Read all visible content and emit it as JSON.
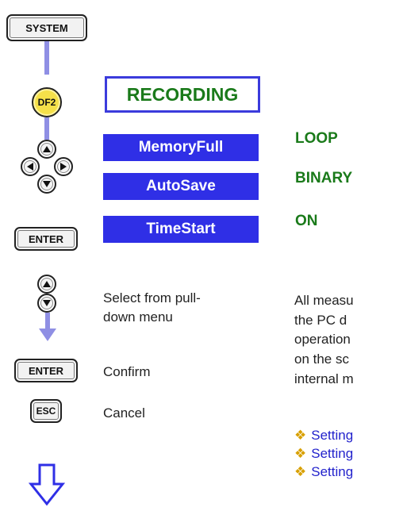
{
  "keys": {
    "system": "SYSTEM",
    "df2": "DF2",
    "enter": "ENTER",
    "esc": "ESC"
  },
  "menu": {
    "title": "RECORDING",
    "items": [
      {
        "label": "MemoryFull",
        "value": "LOOP"
      },
      {
        "label": "AutoSave",
        "value": "BINARY"
      },
      {
        "label": "TimeStart",
        "value": "ON"
      }
    ]
  },
  "instructions": {
    "select_line1": "Select from pull-",
    "select_line2": "down menu",
    "confirm": "Confirm",
    "cancel": "Cancel"
  },
  "description": {
    "lines": [
      "All measu",
      "the PC d",
      "operation",
      "on the sc",
      "internal m"
    ],
    "bullets": [
      "Setting",
      "Setting",
      "Setting"
    ],
    "bullet_mark": "❖"
  },
  "colors": {
    "accent_blue": "#2f2fe6",
    "value_green": "#1a7a1a",
    "connector": "#8f8fe4",
    "bullet_blue": "#2222cc"
  }
}
